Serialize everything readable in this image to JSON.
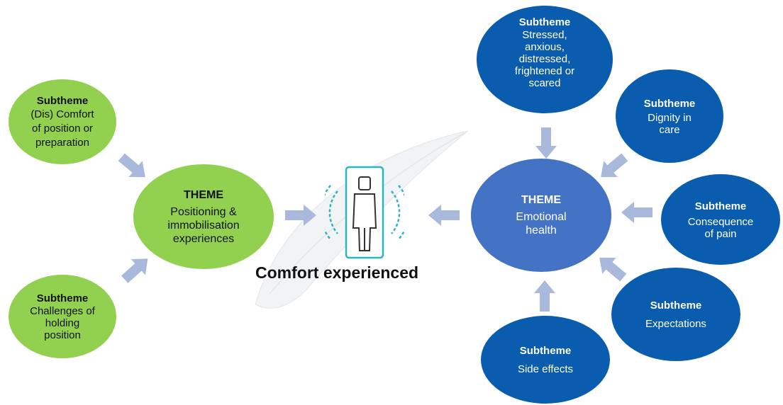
{
  "left": {
    "subtheme_top": {
      "heading": "Subtheme",
      "text": "(Dis) Comfort\nof position or\npreparation"
    },
    "subtheme_bottom": {
      "heading": "Subtheme",
      "text": "Challenges of\nholding\nposition"
    },
    "theme": {
      "heading": "THEME",
      "text": "Positioning &\nimmobilisation\nexperiences"
    }
  },
  "center": {
    "label": "Comfort experienced",
    "icon": "person-comfort-icon"
  },
  "right": {
    "theme": {
      "heading": "THEME",
      "text": "Emotional\nhealth"
    },
    "subthemes": [
      {
        "heading": "Subtheme",
        "text": "Stressed,\nanxious,\ndistressed,\nfrightened or\nscared"
      },
      {
        "heading": "Subtheme",
        "text": "Dignity in\ncare"
      },
      {
        "heading": "Subtheme",
        "text": "Consequence\nof pain"
      },
      {
        "heading": "Subtheme",
        "text": "Expectations"
      },
      {
        "heading": "Subtheme",
        "text": "Side effects"
      }
    ]
  },
  "colors": {
    "green": "#92d050",
    "dark_blue": "#0a5cae",
    "theme_blue": "#4472c4",
    "arrow": "#a9b9dc",
    "accent": "#2bb3c6"
  }
}
